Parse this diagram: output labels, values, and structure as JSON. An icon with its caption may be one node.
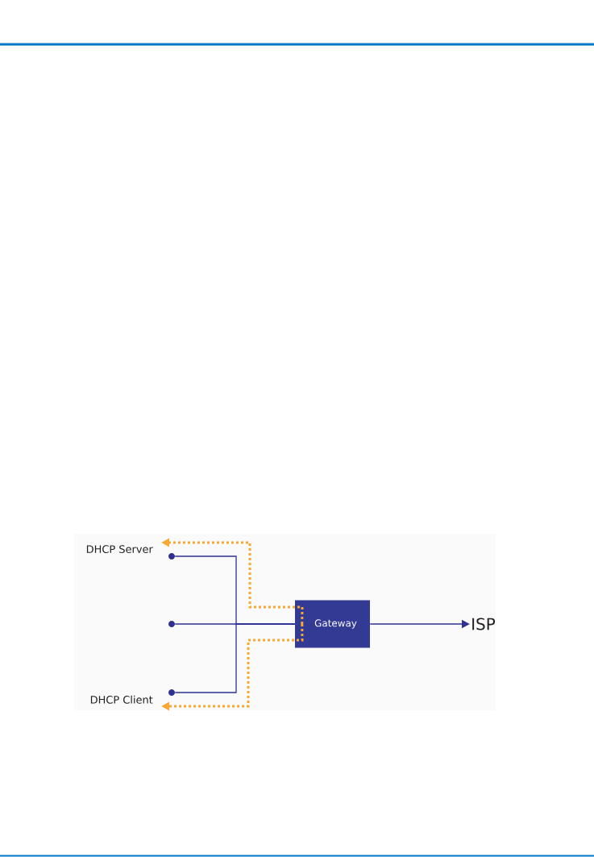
{
  "diagram": {
    "nodes": [
      {
        "text": [
          "DHCP Server"
        ]
      },
      {
        "text": [],
        "shape": "circle"
      },
      {
        "text": [],
        "shape": "circle"
      },
      {
        "text": [],
        "shape": "circle"
      },
      {
        "text": [
          "DHCP Client"
        ]
      },
      {
        "text": [
          "Gateway"
        ]
      },
      {
        "text": [
          "ISP"
        ]
      }
    ],
    "edges": [
      {
        "from": 1,
        "to": 5,
        "arrow": "none"
      },
      {
        "from": 2,
        "to": 5,
        "arrow": "none"
      },
      {
        "from": 3,
        "to": 5,
        "arrow": "none"
      },
      {
        "from": 5,
        "to": 6,
        "arrow": "to"
      },
      {
        "from": 5,
        "to": 0,
        "arrow": "to",
        "style": "dashed",
        "color": "#f7a833"
      },
      {
        "from": 5,
        "to": 4,
        "arrow": "to",
        "style": "dashed",
        "color": "#f7a833"
      }
    ]
  }
}
